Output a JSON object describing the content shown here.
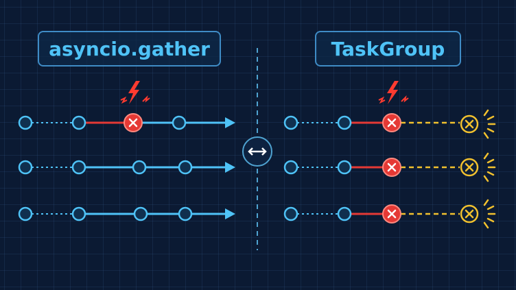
{
  "left_panel": {
    "title": "asyncio.gather"
  },
  "right_panel": {
    "title": "TaskGroup"
  },
  "colors": {
    "background": "#0b1a33",
    "task_blue": "#4fc3f7",
    "error_red": "#e53935",
    "cancelled_yellow": "#f2c12e",
    "divider": "#4fa3d1"
  },
  "icons": {
    "failure": "x-circle-icon",
    "cancelled": "x-circle-icon",
    "exception": "lightning-icon",
    "compare": "double-arrow-icon"
  },
  "left_rows": [
    {
      "state": "failing-task",
      "checkpoints": 4,
      "failed_at_checkpoint": 3
    },
    {
      "state": "continues",
      "checkpoints": 4
    },
    {
      "state": "continues",
      "checkpoints": 4
    }
  ],
  "right_rows": [
    {
      "state": "failing-task",
      "failed_at_checkpoint": 3,
      "outcome": "cancelled"
    },
    {
      "state": "cancelled-by-group",
      "failed_at_checkpoint": 3,
      "outcome": "cancelled"
    },
    {
      "state": "cancelled-by-group",
      "failed_at_checkpoint": 3,
      "outcome": "cancelled"
    }
  ]
}
